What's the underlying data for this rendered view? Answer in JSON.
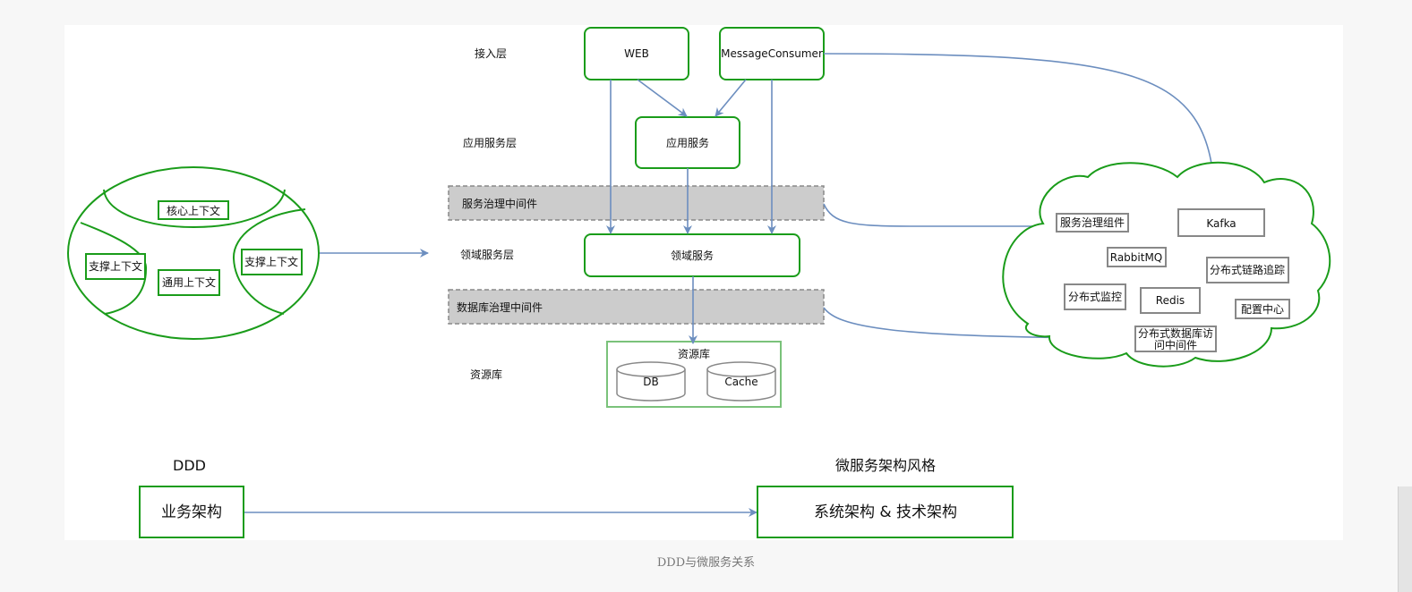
{
  "layers": {
    "access": "接入层",
    "app_service": "应用服务层",
    "domain_service": "领域服务层",
    "resource": "资源库"
  },
  "boxes": {
    "web": "WEB",
    "message_consumer": "MessageConsumer",
    "app_service": "应用服务",
    "domain_service": "领域服务",
    "repository_title": "资源库",
    "db": "DB",
    "cache": "Cache"
  },
  "middleware": {
    "service_governance": "服务治理中间件",
    "db_governance": "数据库治理中间件"
  },
  "ddd_ellipse": {
    "core": "核心上下文",
    "support_left": "支撑上下文",
    "generic": "通用上下文",
    "support_right": "支撑上下文"
  },
  "cloud": {
    "service_governance_component": "服务治理组件",
    "kafka": "Kafka",
    "rabbitmq": "RabbitMQ",
    "tracing": "分布式链路追踪",
    "monitoring": "分布式监控",
    "redis": "Redis",
    "config_center": "配置中心",
    "db_access_line1": "分布式数据库访",
    "db_access_line2": "问中间件"
  },
  "bottom": {
    "ddd_title": "DDD",
    "business_architecture": "业务架构",
    "microservice_title": "微服务架构风格",
    "system_tech_architecture": "系统架构 & 技术架构"
  },
  "caption": "DDD与微服务关系",
  "colors": {
    "green": "#1a9c1a",
    "arrow_blue": "#6c8ebf",
    "gray_box": "#888888",
    "middleware_fill": "#cccccc"
  }
}
